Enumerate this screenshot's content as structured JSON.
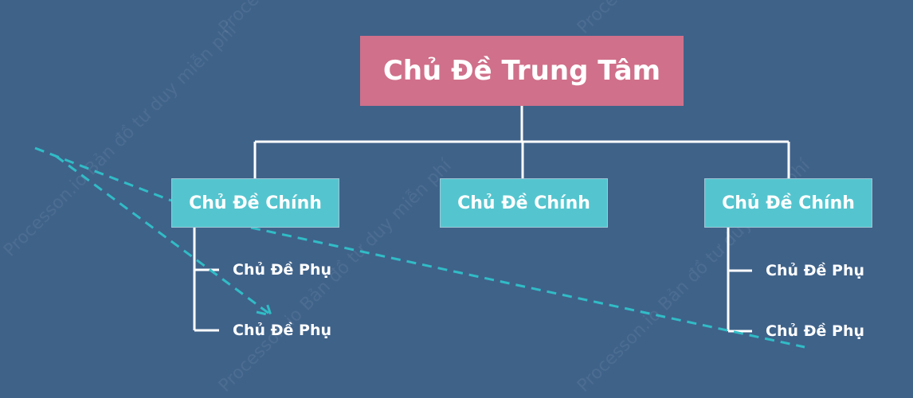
{
  "colors": {
    "background": "#3f6289",
    "central_fill": "#d0708a",
    "main_fill": "#54c5cf",
    "connector": "#ffffff",
    "relationship_line": "#31bcc6"
  },
  "central_topic": {
    "label": "Chủ Đề Trung Tâm"
  },
  "main_topics": [
    {
      "label": "Chủ Đề Chính",
      "subtopics": [
        {
          "label": "Chủ Đề Phụ"
        },
        {
          "label": "Chủ Đề Phụ"
        }
      ]
    },
    {
      "label": "Chủ Đề Chính",
      "subtopics": []
    },
    {
      "label": "Chủ Đề Chính",
      "subtopics": [
        {
          "label": "Chủ Đề Phụ"
        },
        {
          "label": "Chủ Đề Phụ"
        }
      ]
    }
  ],
  "watermark": {
    "text": "Processon.io Bản đồ tư duy miễn phí"
  }
}
